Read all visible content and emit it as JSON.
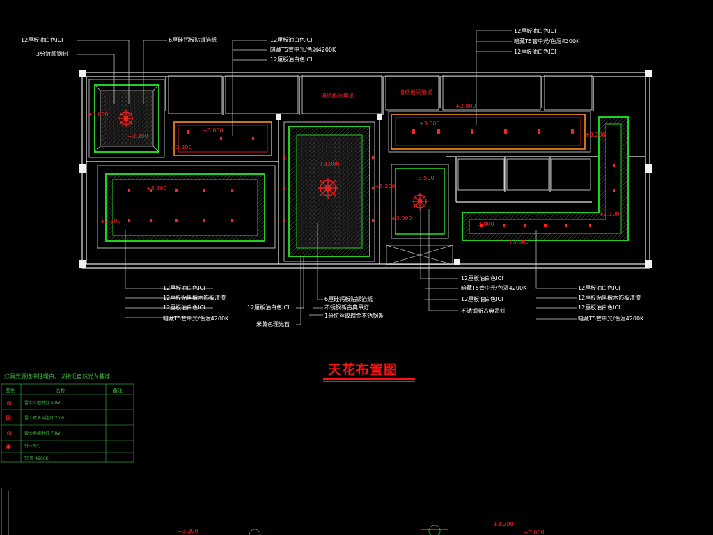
{
  "drawing": {
    "title": "天花布置图"
  },
  "callouts_top": [
    "12厘板油白色ICI",
    "3分镀圆钢制",
    "6厘硅钙板贴银箔纸",
    "12厘板油白色ICI",
    "暗藏T5管中光/色温4200K",
    "12厘板油白色ICI",
    "12厘板油白色ICI",
    "暗藏T5管中光/色温4200K",
    "12厘板油白色ICI"
  ],
  "room_notes": [
    "墙纸板间墙纸",
    "墙纸板间墙纸"
  ],
  "callouts_bottom_left": [
    "12厘板油白色ICI",
    "12厘板贴黑檀木饰板清漆",
    "12厘板油白色ICI",
    "暗藏T5管中光/色温4200K"
  ],
  "callouts_bottom_center": [
    "12厘板油白色ICI",
    "6厘硅钙板贴银箔纸",
    "不锈钢新古典吊灯",
    "1分拉丝玫瑰金不锈钢条",
    "米黄色理光石"
  ],
  "callouts_bottom_mid_right": [
    "12厘板油白色ICI",
    "暗藏T5管中光/色温4200K",
    "12厘板油白色ICI",
    "不锈钢新古典吊灯"
  ],
  "callouts_bottom_right": [
    "12厘板油白色ICI",
    "12厘板贴黑檀木饰板清漆",
    "12厘板油白色ICI",
    "暗藏T5管中光/色温4200K"
  ],
  "elevations": [
    "+3.000",
    "+3.200",
    "+3.200",
    "+3.000",
    "+2.800",
    "+3.000",
    "+3.200",
    "+3.200",
    "+3.200",
    "+3.000",
    "+3.200",
    "+3.500",
    "+3.000",
    "+3.100",
    "+3.000",
    "+3.000",
    "+3.200",
    "+3.200",
    "+3.000"
  ],
  "legend": {
    "heading": "灯具光源选中性暖白，以接近自然光为基准",
    "columns": [
      "图例",
      "名称",
      "备注"
    ],
    "rows": [
      {
        "symbol": "⊕",
        "name": "雷士斗胆射灯 50W",
        "note": ""
      },
      {
        "symbol": "⊞",
        "name": "雷士双头斗胆灯 70W",
        "note": ""
      },
      {
        "symbol": "⊛",
        "name": "雷士金卤射灯 70W",
        "note": ""
      },
      {
        "symbol": "✺",
        "name": "低压吊灯",
        "note": ""
      },
      {
        "symbol": "- - -",
        "name": "T5管 4200K",
        "note": ""
      }
    ]
  },
  "colors": {
    "background": "#000000",
    "wall": "#ffffff",
    "annotation": "#ff2020",
    "cove": "#20d020",
    "legend": "#3fbf3f",
    "leader": "#cfcfcf"
  }
}
